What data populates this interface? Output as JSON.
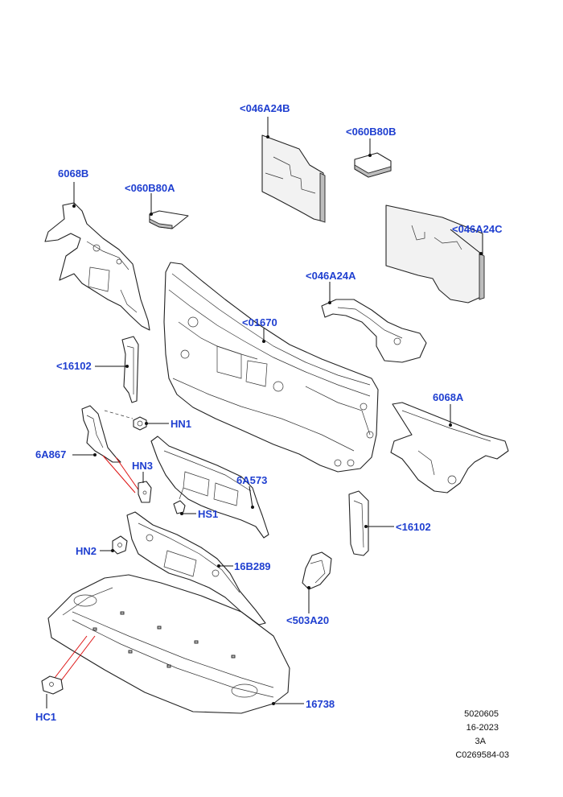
{
  "labels": {
    "p046A24B": "<046A24B",
    "p060B80B": "<060B80B",
    "p6068B": "6068B",
    "p060B80A": "<060B80A",
    "p046A24C": "<046A24C",
    "p046A24A": "<046A24A",
    "p01670": "<01670",
    "p16102_left": "<16102",
    "p6068A": "6068A",
    "HN1": "HN1",
    "p6A867": "6A867",
    "HN3": "HN3",
    "p6A573": "6A573",
    "HS1": "HS1",
    "p16102_right": "<16102",
    "HN2": "HN2",
    "p16B289": "16B289",
    "p503A20": "<503A20",
    "p16738": "16738",
    "HC1": "HC1"
  },
  "doc_info": {
    "line1": "5020605",
    "line2": "16-2023",
    "line3": "3A",
    "line4": "C0269584-03"
  }
}
